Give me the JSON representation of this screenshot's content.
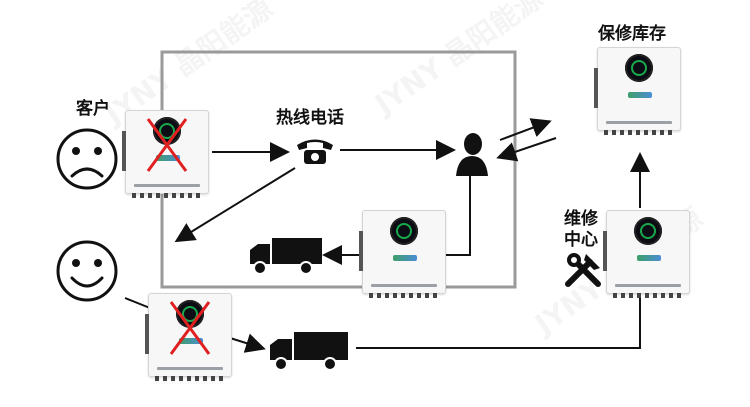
{
  "labels": {
    "customer": "客户",
    "hotline": "热线电话",
    "stock": "保修库存",
    "repair": "维修中心"
  },
  "watermark_text": "JYNY 晶阳能源",
  "icons": {
    "sad_face": "sad-face-icon",
    "happy_face": "happy-face-icon",
    "telephone": "telephone-icon",
    "agent": "person-silhouette-icon",
    "truck": "delivery-truck-icon",
    "tools": "wrench-hammer-icon",
    "inverter": "hybrid-inverter-icon",
    "faulty": "red-x-icon"
  },
  "colors": {
    "line": "#111111",
    "frame": "#9a9a9a",
    "cross": "#e02020",
    "screen_ring": "#19a84b"
  }
}
